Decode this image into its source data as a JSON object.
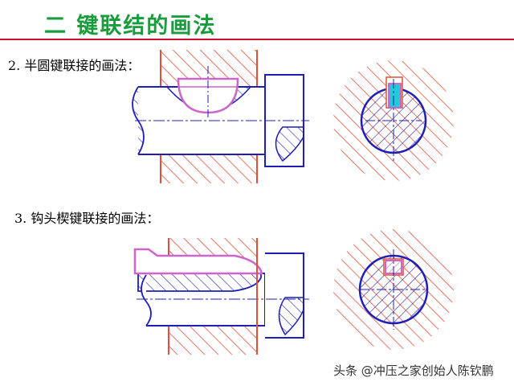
{
  "title": "二 键联结的画法",
  "section1": {
    "label": "2. 半圆键联接的画法："
  },
  "section2": {
    "label": "3.  钩头楔键联接的画法："
  },
  "watermark": "头条 @冲压之家创始人陈钦鹏",
  "colors": {
    "title": "#1a9c3c",
    "rule": "#c8102e",
    "outline": "#1f1fb4",
    "hatch": "#e0503a",
    "key": "#cc66cc",
    "key_section": "#22c9d6"
  }
}
